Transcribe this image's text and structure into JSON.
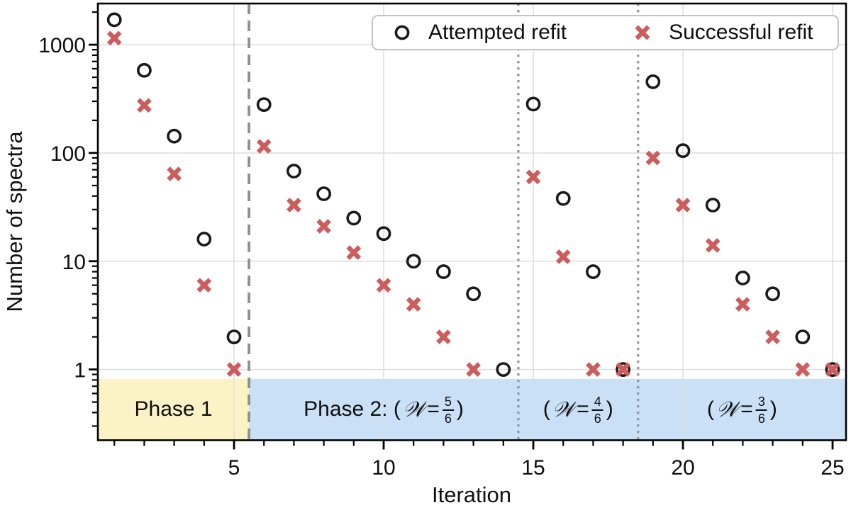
{
  "chart_data": {
    "type": "scatter",
    "title": "",
    "xlabel": "Iteration",
    "ylabel": "Number of spectra",
    "x_scale": "linear",
    "y_scale": "log",
    "xlim": [
      0.45,
      25.45
    ],
    "ylim": [
      0.222,
      2400
    ],
    "x_ticks_major": [
      5,
      10,
      15,
      20,
      25
    ],
    "x_ticks_minor_step": 1,
    "y_ticks_major": [
      1,
      10,
      100,
      1000
    ],
    "grid": true,
    "legend_position": "upper right",
    "series": [
      {
        "name": "Attempted refit",
        "marker": "circle",
        "color": "#1a1a1a",
        "x": [
          1,
          2,
          3,
          4,
          5,
          6,
          7,
          8,
          9,
          10,
          11,
          12,
          13,
          14,
          15,
          16,
          17,
          18,
          19,
          20,
          21,
          22,
          23,
          24,
          25
        ],
        "y": [
          1700,
          580,
          143,
          16,
          2,
          280,
          68,
          42,
          25,
          18,
          10,
          8,
          5,
          1,
          283,
          38,
          8,
          1,
          455,
          105,
          33,
          7,
          5,
          2,
          1
        ]
      },
      {
        "name": "Successful refit",
        "marker": "x",
        "color": "#CD5C5C",
        "x": [
          1,
          2,
          3,
          4,
          5,
          6,
          7,
          8,
          9,
          10,
          11,
          12,
          13,
          15,
          16,
          17,
          18,
          19,
          20,
          21,
          22,
          23,
          24,
          25
        ],
        "y": [
          1150,
          275,
          64,
          6,
          1,
          115,
          33,
          21,
          12,
          6,
          4,
          2,
          1,
          60,
          11,
          1,
          1,
          90,
          33,
          14,
          4,
          2,
          1,
          1
        ]
      }
    ],
    "legend": [
      {
        "label": "Attempted refit"
      },
      {
        "label": "Successful refit"
      }
    ],
    "vlines": [
      {
        "x": 5.5,
        "style": "dashed",
        "color": "#8f8f8f"
      },
      {
        "x": 14.5,
        "style": "dotted",
        "color": "#9a9a9a"
      },
      {
        "x": 18.5,
        "style": "dotted",
        "color": "#9a9a9a"
      }
    ],
    "bands": [
      {
        "from": null,
        "to": 5.5,
        "y_top": 0.82,
        "color": "#FBF2C6",
        "label": "Phase 1"
      },
      {
        "from": 5.5,
        "to": 14.5,
        "y_top": 0.82,
        "color": "#C9E0F6",
        "prefix": "Phase 2: ",
        "w": "𝒲",
        "frac_num": "5",
        "frac_den": "6"
      },
      {
        "from": 14.5,
        "to": 18.5,
        "y_top": 0.82,
        "color": "#C9E0F6",
        "prefix": "",
        "w": "𝒲",
        "frac_num": "4",
        "frac_den": "6"
      },
      {
        "from": 18.5,
        "to": null,
        "y_top": 0.82,
        "color": "#C9E0F6",
        "prefix": "",
        "w": "𝒲",
        "frac_num": "3",
        "frac_den": "6"
      }
    ],
    "colors": {
      "grid": "#dcdcdc",
      "spine": "#000000",
      "band_yellow": "#FBF2C6",
      "band_blue": "#C9E0F6",
      "marker_red": "#CD5C5C"
    }
  }
}
